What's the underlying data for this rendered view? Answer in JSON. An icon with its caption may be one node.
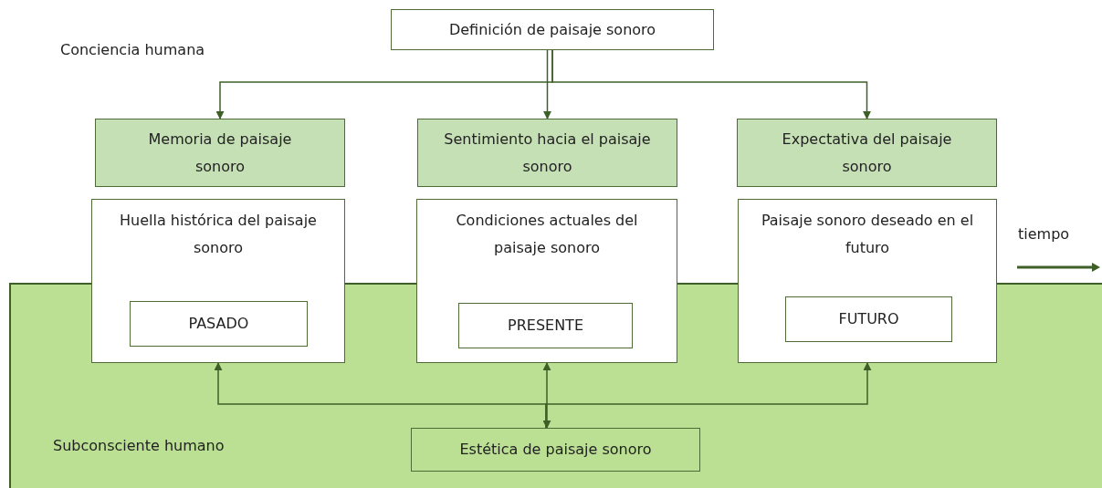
{
  "diagram": {
    "nodes": [
      {
        "text": [
          "Definición de paisaje sonoro"
        ]
      },
      {
        "text": [
          "Memoria de paisaje sonoro"
        ]
      },
      {
        "text": [
          "Sentimiento hacia el paisaje sonoro"
        ]
      },
      {
        "text": [
          "Expectativa del paisaje sonoro"
        ]
      },
      {
        "text": [
          "Huella histórica del paisaje sonoro"
        ]
      },
      {
        "text": [
          "PASADO"
        ]
      },
      {
        "text": [
          "Condiciones actuales del paisaje sonoro"
        ]
      },
      {
        "text": [
          "PRESENTE"
        ]
      },
      {
        "text": [
          "Paisaje sonoro deseado en el futuro"
        ]
      },
      {
        "text": [
          "FUTURO"
        ]
      },
      {
        "text": [
          "Subconsciente humano"
        ]
      },
      {
        "text": [
          "Estética de paisaje sonoro"
        ],
        "in": 10
      }
    ],
    "edges": [
      {
        "from": 0,
        "to": 1,
        "arrow": "to"
      },
      {
        "from": 0,
        "to": 2,
        "arrow": "to"
      },
      {
        "from": 0,
        "to": 3,
        "arrow": "to"
      },
      {
        "from": 11,
        "to": 4,
        "arrow": "to"
      },
      {
        "from": 11,
        "to": 6,
        "arrow": "both"
      },
      {
        "from": 11,
        "to": 8,
        "arrow": "to"
      }
    ],
    "labels": [
      "Conciencia humana",
      "tiempo"
    ]
  }
}
